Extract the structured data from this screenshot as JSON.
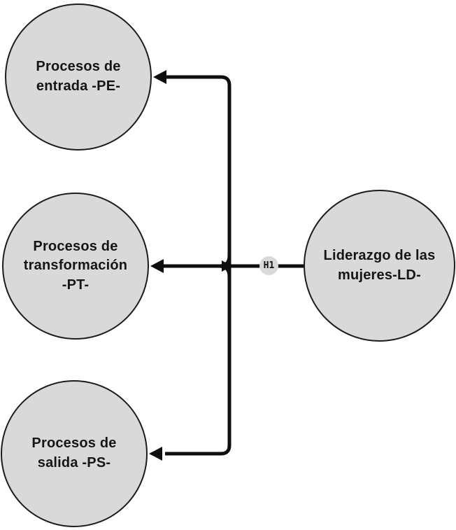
{
  "diagram": {
    "background_color": "#ffffff",
    "node_fill_color": "#d9d9d9",
    "node_border_color": "#1c1c1c",
    "connector_color": "#0e0e0e",
    "nodes": [
      {
        "id": "pe",
        "label": "Procesos de\nentrada -PE-"
      },
      {
        "id": "pt",
        "label": "Procesos de\ntransformación\n-PT-"
      },
      {
        "id": "ps",
        "label": "Procesos de\nsalida -PS-"
      },
      {
        "id": "ld",
        "label": "Liderazgo de las\nmujeres-LD-"
      }
    ],
    "edge_badge_label": "H1"
  }
}
